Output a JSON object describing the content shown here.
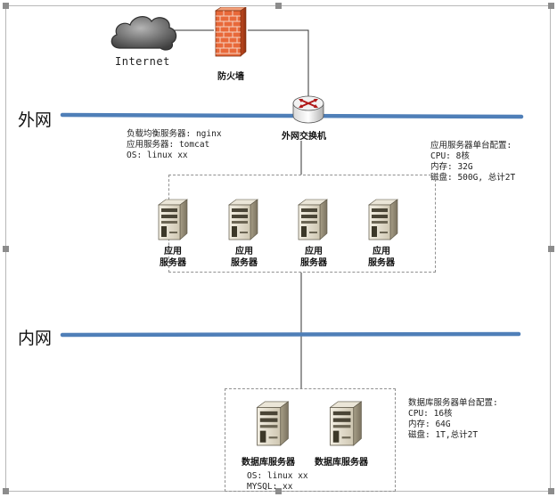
{
  "internet": {
    "label": "Internet"
  },
  "firewall": {
    "label": "防火墙"
  },
  "external_switch": {
    "label": "外网交换机"
  },
  "networks": {
    "external": "外网",
    "internal": "内网"
  },
  "lb_info": {
    "lines": [
      "负载均衡服务器: nginx",
      "应用服务器: tomcat",
      "OS: linux xx"
    ]
  },
  "app_config": {
    "lines": [
      "应用服务器单台配置:",
      "CPU: 8核",
      "内存: 32G",
      "磁盘: 500G, 总计2T"
    ]
  },
  "app_servers": [
    {
      "line1": "应用",
      "line2": "服务器"
    },
    {
      "line1": "应用",
      "line2": "服务器"
    },
    {
      "line1": "应用",
      "line2": "服务器"
    },
    {
      "line1": "应用",
      "line2": "服务器"
    }
  ],
  "db_servers": [
    {
      "label": "数据库服务器"
    },
    {
      "label": "数据库服务器"
    }
  ],
  "db_os": {
    "lines": [
      "OS: linux xx",
      "MYSQL: xx"
    ]
  },
  "db_config": {
    "lines": [
      "数据库服务器单台配置:",
      "CPU: 16核",
      "内存: 64G",
      "磁盘: 1T,总计2T"
    ]
  },
  "colors": {
    "network_line": "#4f7fb8",
    "server_body": "#d8d2c2",
    "firewall_brick": "#e8693a",
    "cloud": "#6a6a6a"
  }
}
